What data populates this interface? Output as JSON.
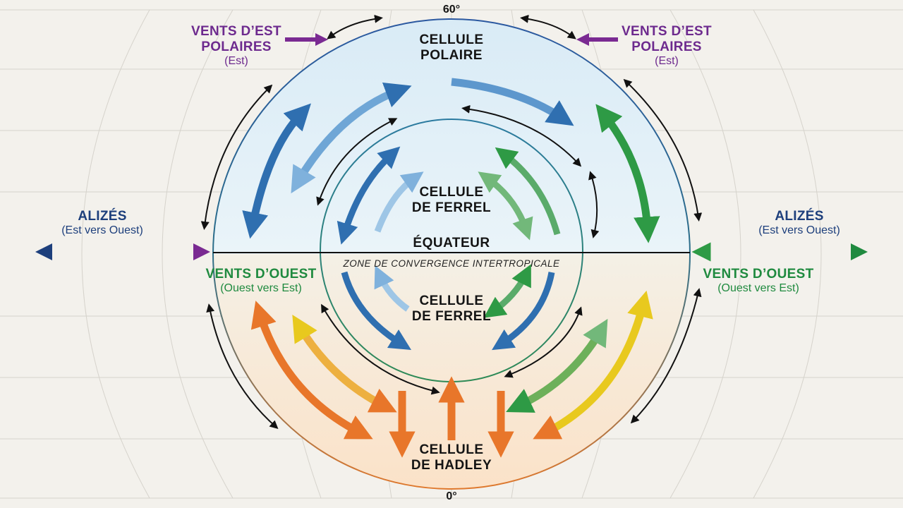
{
  "labels": {
    "lat_top": "60°",
    "lat_bottom": "0°",
    "polar_easterlies_left": {
      "title_line1": "VENTS D’EST",
      "title_line2": "POLAIRES",
      "sub": "(Est)"
    },
    "polar_easterlies_right": {
      "title_line1": "VENTS D’EST",
      "title_line2": "POLAIRES",
      "sub": "(Est)"
    },
    "trade_winds_left": {
      "title": "ALIZÉS",
      "sub": "(Est vers Ouest)"
    },
    "trade_winds_right": {
      "title": "ALIZÉS",
      "sub": "(Est vers Ouest)"
    },
    "westerlies_left": {
      "title": "VENTS D’OUEST",
      "sub": "(Ouest vers Est)"
    },
    "westerlies_right": {
      "title": "VENTS D’OUEST",
      "sub": "(Ouest vers Est)"
    },
    "polar_cell": {
      "line1": "CELLULE",
      "line2": "POLAIRE"
    },
    "ferrel_upper": {
      "line1": "CELLULE",
      "line2": "DE FERREL"
    },
    "ferrel_lower": {
      "line1": "CELLULE",
      "line2": "DE FERREL"
    },
    "equator": "ÉQUATEUR",
    "itcz": "ZONE DE CONVERGENCE INTERTROPICALE",
    "hadley_cell": {
      "line1": "CELLULE",
      "line2": "DE HADLEY"
    }
  },
  "colors": {
    "background": "#f3f1ec",
    "polar_blue": "#2f6fb0",
    "westerly_green": "#2e9a45",
    "hadley_orange": "#e8762a",
    "hadley_yellow": "#e8c91e",
    "easterly_purple": "#6d2a8e",
    "trade_navy": "#1d3f7c"
  }
}
